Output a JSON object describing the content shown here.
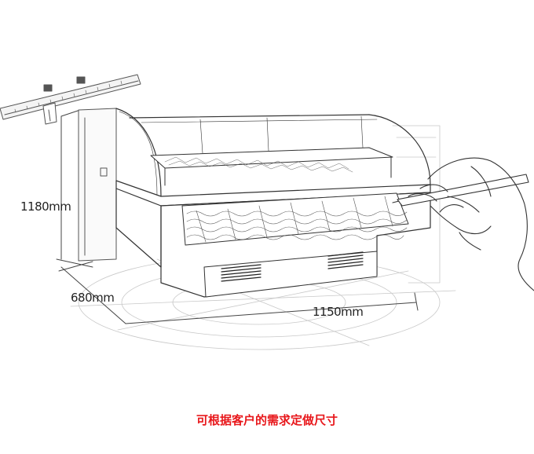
{
  "dimensions": {
    "height": "1180mm",
    "depth": "680mm",
    "width": "1150mm"
  },
  "caption": "可根据客户的需求定做尺寸",
  "colors": {
    "caption": "#e8171b",
    "ink": "#333333",
    "faint": "#bbbbbb"
  }
}
